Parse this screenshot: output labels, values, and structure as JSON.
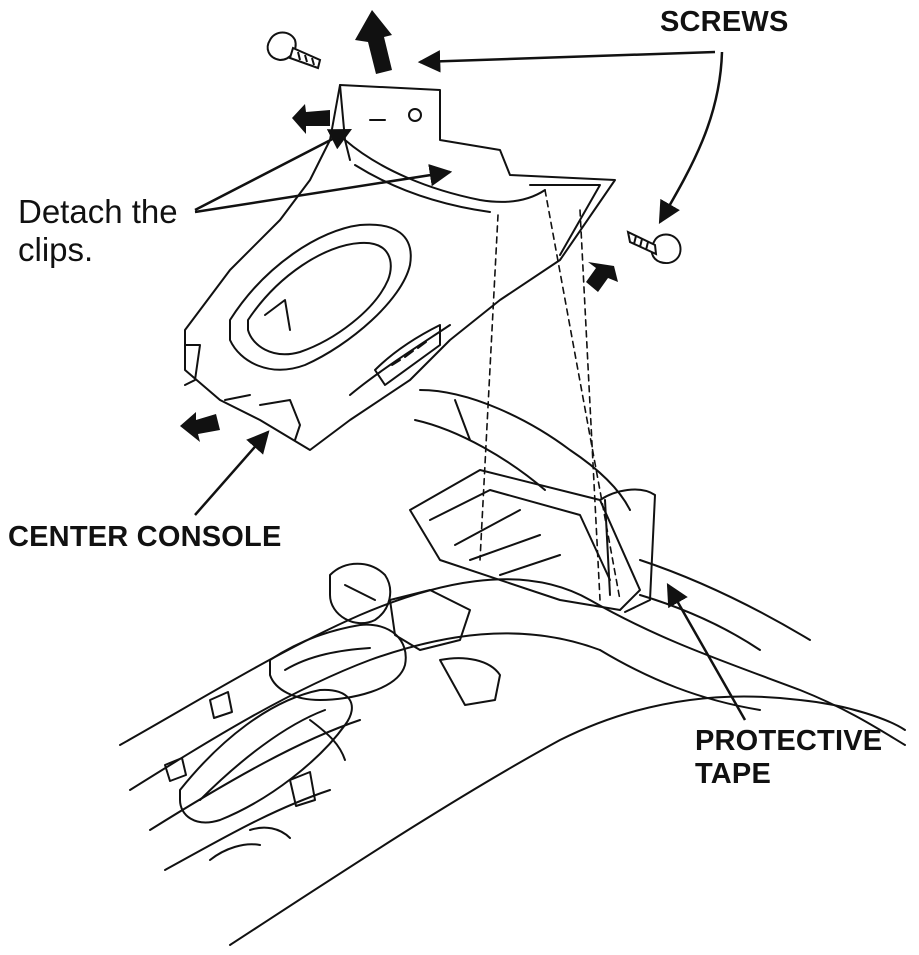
{
  "labels": {
    "screws": "SCREWS",
    "detach_line1": "Detach the",
    "detach_line2": "clips.",
    "center_console": "CENTER CONSOLE",
    "protective_line1": "PROTECTIVE",
    "protective_line2": "TAPE"
  },
  "colors": {
    "ink": "#111111",
    "background": "#ffffff",
    "shading": "#d8d8d8"
  },
  "icons": {
    "screw": "screw-icon",
    "removal_arrow": "block-arrow-icon"
  }
}
